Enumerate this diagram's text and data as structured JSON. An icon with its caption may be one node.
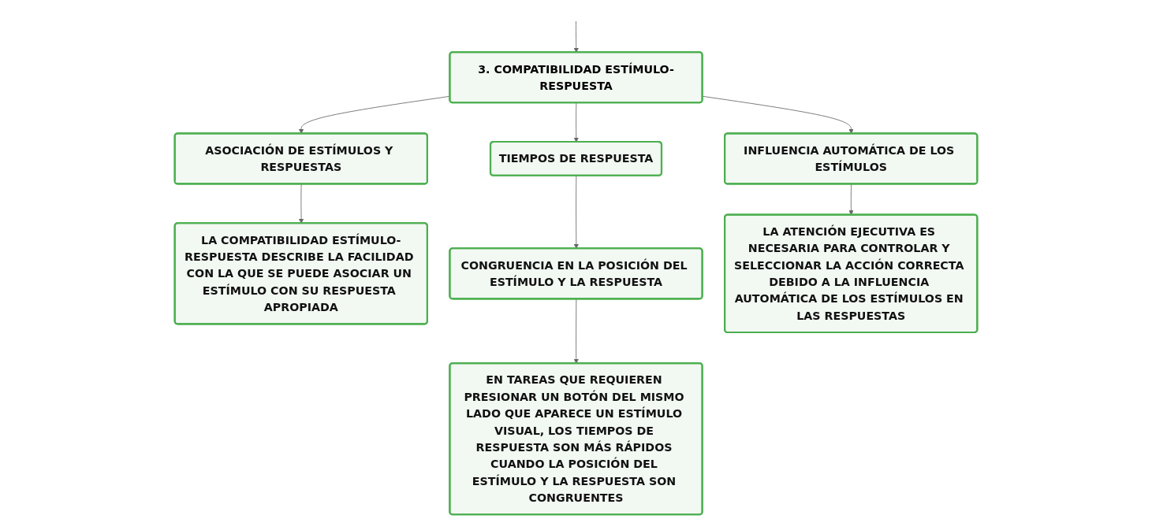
{
  "diagram": {
    "nodes": [
      {
        "text": [
          "3. COMPATIBILIDAD ESTÍMULO-RESPUESTA"
        ]
      },
      {
        "text": [
          "ASOCIACIÓN DE ESTÍMULOS Y RESPUESTAS"
        ]
      },
      {
        "text": [
          "TIEMPOS DE RESPUESTA"
        ]
      },
      {
        "text": [
          "INFLUENCIA AUTOMÁTICA DE LOS ESTÍMULOS"
        ]
      },
      {
        "text": [
          "LA COMPATIBILIDAD ESTÍMULO-RESPUESTA DESCRIBE LA FACILIDAD CON LA QUE SE PUEDE ASOCIAR UN ESTÍMULO CON SU RESPUESTA APROPIADA"
        ]
      },
      {
        "text": [
          "CONGRUENCIA EN LA POSICIÓN DEL ESTÍMULO Y LA RESPUESTA"
        ]
      },
      {
        "text": [
          "LA ATENCIÓN EJECUTIVA ES NECESARIA PARA CONTROLAR Y SELECCIONAR LA ACCIÓN CORRECTA DEBIDO A LA INFLUENCIA AUTOMÁTICA DE LOS ESTÍMULOS EN LAS RESPUESTAS"
        ]
      },
      {
        "text": [
          "EN TAREAS QUE REQUIEREN PRESIONAR UN BOTÓN DEL MISMO LADO QUE APARECE UN ESTÍMULO VISUAL, LOS TIEMPOS DE RESPUESTA SON MÁS RÁPIDOS CUANDO LA POSICIÓN DEL ESTÍMULO Y LA RESPUESTA SON CONGRUENTES"
        ]
      }
    ],
    "edges": [
      {
        "from": null,
        "to": 0,
        "arrow": "to"
      },
      {
        "from": 0,
        "to": 1,
        "arrow": "to"
      },
      {
        "from": 0,
        "to": 2,
        "arrow": "to"
      },
      {
        "from": 0,
        "to": 3,
        "arrow": "to"
      },
      {
        "from": 1,
        "to": 4,
        "arrow": "to"
      },
      {
        "from": 2,
        "to": 5,
        "arrow": "to"
      },
      {
        "from": 3,
        "to": 6,
        "arrow": "to"
      },
      {
        "from": 5,
        "to": 7,
        "arrow": "to"
      }
    ]
  }
}
